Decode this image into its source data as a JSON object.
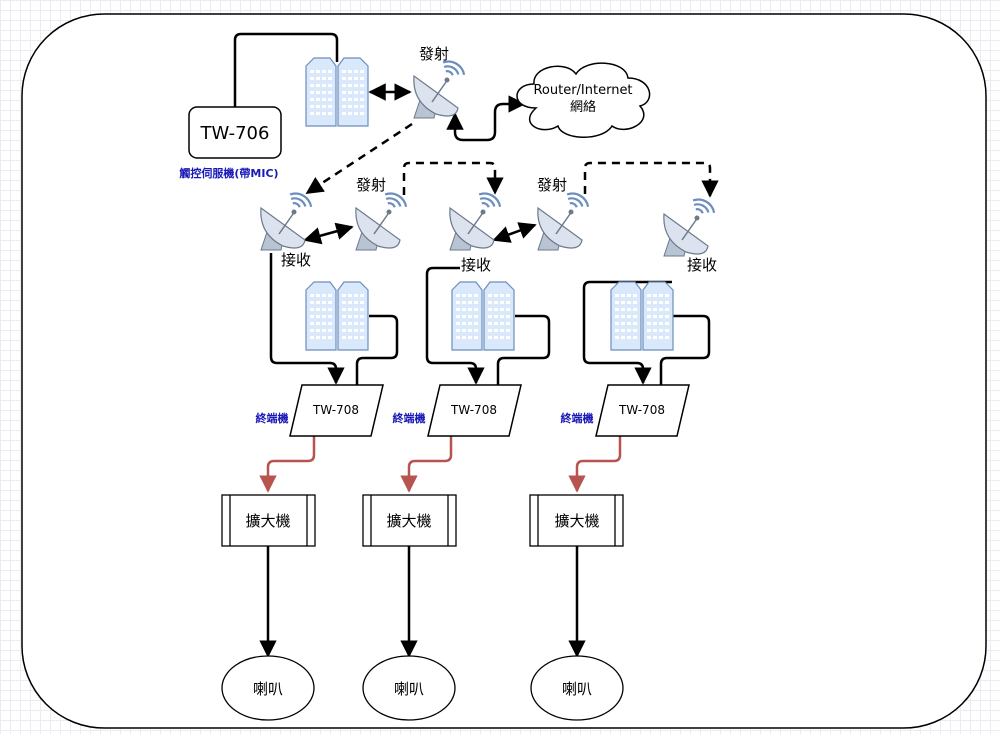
{
  "server": {
    "name": "TW-706",
    "caption": "觸控伺服機(帶MIC)"
  },
  "cloud": {
    "line1": "Router/Internet",
    "line2": "網絡"
  },
  "labels": {
    "transmit": "發射",
    "receive": "接收"
  },
  "terminal": {
    "name": "TW-708",
    "caption": "終端機"
  },
  "amplifier": {
    "name": "擴大機"
  },
  "speaker": {
    "name": "喇叭"
  },
  "colors": {
    "accent_arrow": "#b85450",
    "building_fill": "#dae8fc",
    "building_stroke": "#6c8ebf",
    "dish_fill": "#dce3ee"
  }
}
